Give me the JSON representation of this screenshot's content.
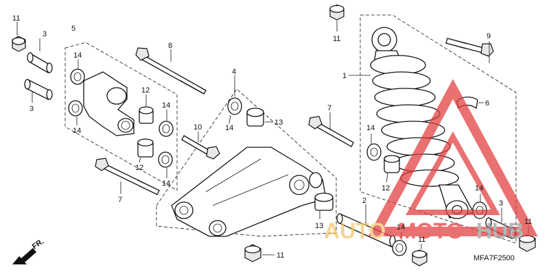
{
  "diagram_code": "MFA7F2500",
  "direction_marker": "FR.",
  "watermark": {
    "text_auto": "AUTO",
    "text_moto": "MOTO",
    "text_hub": "HUB",
    "color_red": "#e23b3b",
    "color_gold": "#f2c66b",
    "color_gray": "#9a9a9a"
  },
  "callouts": [
    {
      "id": "c11a",
      "label": "11"
    },
    {
      "id": "c3a",
      "label": "3"
    },
    {
      "id": "c3b",
      "label": "3"
    },
    {
      "id": "c5",
      "label": "5"
    },
    {
      "id": "c14a",
      "label": "14"
    },
    {
      "id": "c14b",
      "label": "14"
    },
    {
      "id": "c12a",
      "label": "12"
    },
    {
      "id": "c14c",
      "label": "14"
    },
    {
      "id": "c14d",
      "label": "14"
    },
    {
      "id": "c12b",
      "label": "12"
    },
    {
      "id": "c8",
      "label": "8"
    },
    {
      "id": "c4",
      "label": "4"
    },
    {
      "id": "c10",
      "label": "10"
    },
    {
      "id": "c14e",
      "label": "14"
    },
    {
      "id": "c13a",
      "label": "13"
    },
    {
      "id": "c7a",
      "label": "7"
    },
    {
      "id": "c7b",
      "label": "7"
    },
    {
      "id": "c13b",
      "label": "13"
    },
    {
      "id": "c11b",
      "label": "11"
    },
    {
      "id": "c11c",
      "label": "11"
    },
    {
      "id": "c9",
      "label": "9"
    },
    {
      "id": "c1",
      "label": "1"
    },
    {
      "id": "c6",
      "label": "6"
    },
    {
      "id": "c14f",
      "label": "14"
    },
    {
      "id": "c12c",
      "label": "12"
    },
    {
      "id": "c14g",
      "label": "14"
    },
    {
      "id": "c2",
      "label": "2"
    },
    {
      "id": "c3c",
      "label": "3"
    },
    {
      "id": "c14h",
      "label": "14"
    },
    {
      "id": "c11d",
      "label": "11"
    },
    {
      "id": "c11e",
      "label": "11"
    }
  ]
}
